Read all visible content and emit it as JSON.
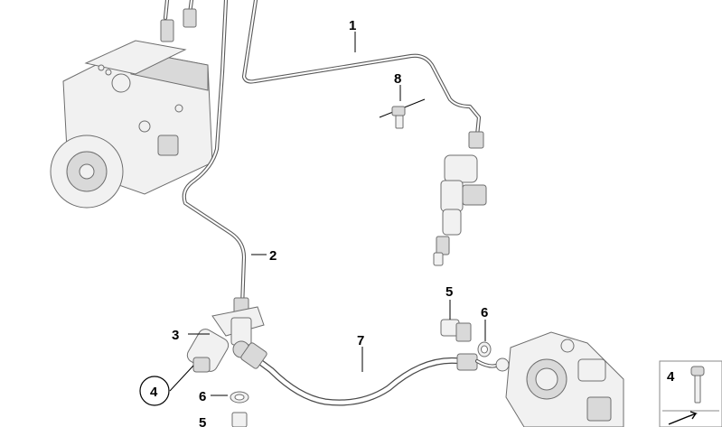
{
  "callouts": {
    "c1": "1",
    "c2": "2",
    "c3": "3",
    "c4": "4",
    "c5a": "5",
    "c5b": "5",
    "c6a": "6",
    "c6b": "6",
    "c7": "7",
    "c8": "8"
  },
  "legend": {
    "label": "4"
  }
}
